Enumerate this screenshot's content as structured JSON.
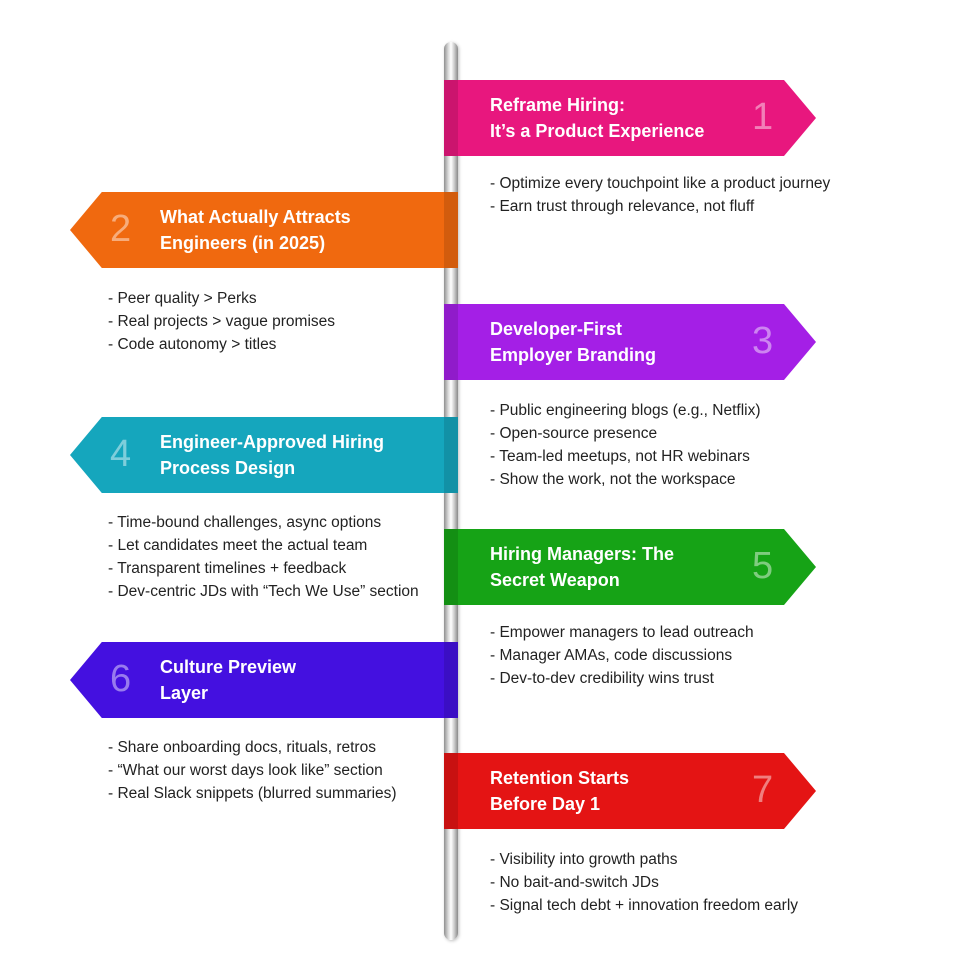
{
  "steps": [
    {
      "number": "1",
      "title": "Reframe Hiring:\nIt’s a Product Experience",
      "color": "#e8177e",
      "side": "right",
      "bullets": [
        "Optimize every touchpoint like a product journey",
        "Earn trust through relevance, not fluff"
      ]
    },
    {
      "number": "2",
      "title": "What Actually Attracts\nEngineers (in 2025)",
      "color": "#f0690f",
      "side": "left",
      "bullets": [
        "Peer quality > Perks",
        "Real projects > vague promises",
        "Code autonomy > titles"
      ]
    },
    {
      "number": "3",
      "title": "Developer-First\nEmployer Branding",
      "color": "#a41fe6",
      "side": "right",
      "bullets": [
        "Public engineering blogs (e.g., Netflix)",
        "Open-source presence",
        "Team-led meetups, not HR webinars",
        "Show the work, not the workspace"
      ]
    },
    {
      "number": "4",
      "title": "Engineer-Approved Hiring\nProcess Design",
      "color": "#15a6bd",
      "side": "left",
      "bullets": [
        "Time-bound challenges, async options",
        "Let candidates meet the actual team",
        "Transparent timelines + feedback",
        "Dev-centric JDs with “Tech We Use” section"
      ]
    },
    {
      "number": "5",
      "title": "Hiring Managers: The\nSecret Weapon",
      "color": "#16a316",
      "side": "right",
      "bullets": [
        "Empower managers to lead outreach",
        "Manager AMAs, code discussions",
        "Dev-to-dev credibility wins trust"
      ]
    },
    {
      "number": "6",
      "title": "Culture Preview\nLayer",
      "color": "#4410e0",
      "side": "left",
      "bullets": [
        "Share onboarding docs, rituals, retros",
        "“What our worst days look like” section",
        "Real Slack snippets (blurred summaries)"
      ]
    },
    {
      "number": "7",
      "title": "Retention Starts\nBefore Day 1",
      "color": "#e41414",
      "side": "right",
      "bullets": [
        "Visibility into growth paths",
        "No bait-and-switch JDs",
        "Signal tech debt + innovation freedom early"
      ]
    }
  ]
}
